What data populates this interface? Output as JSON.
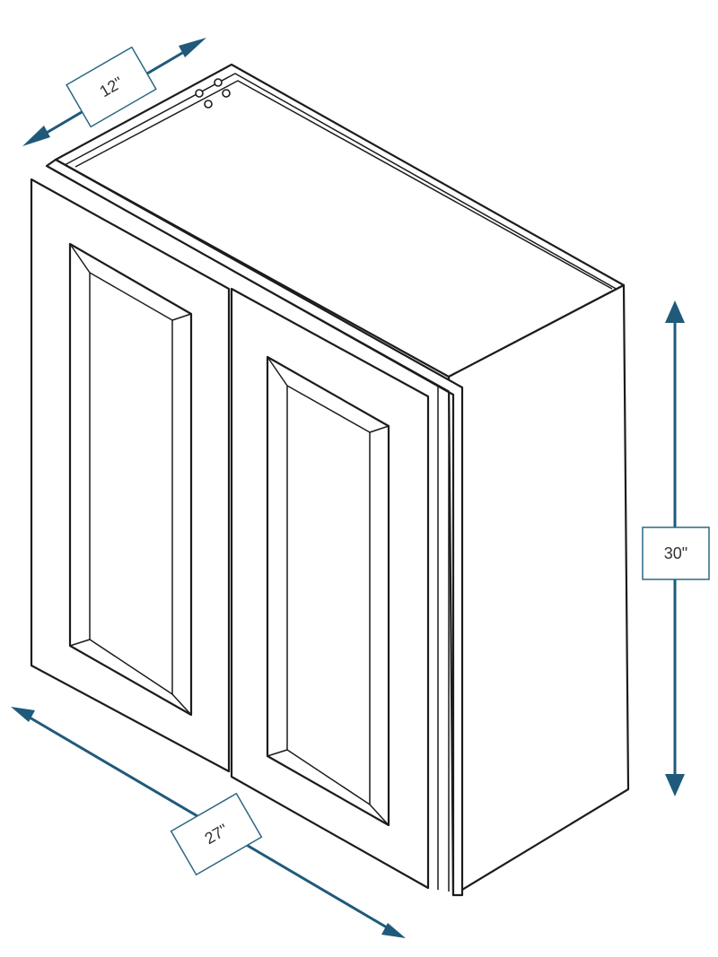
{
  "dimensions": {
    "depth": {
      "label": "12\""
    },
    "height": {
      "label": "30\""
    },
    "width": {
      "label": "27\""
    }
  },
  "colors": {
    "dimension_accent": "#1f5a7a",
    "outline": "#1c1c1c",
    "background": "#ffffff"
  }
}
